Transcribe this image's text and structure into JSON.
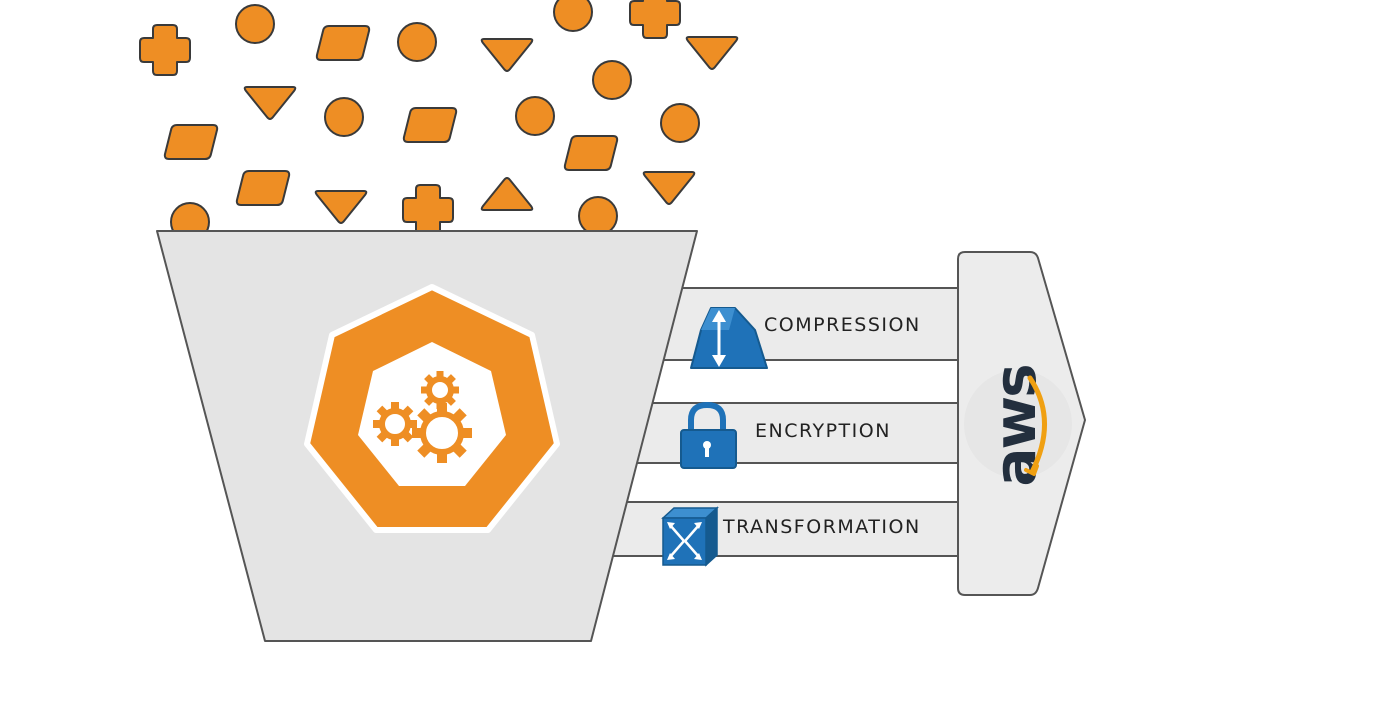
{
  "diagram": {
    "pipeline_steps": [
      {
        "id": "compression",
        "label": "COMPRESSION",
        "icon": "compression-icon"
      },
      {
        "id": "encryption",
        "label": "ENCRYPTION",
        "icon": "lock-icon"
      },
      {
        "id": "transformation",
        "label": "TRANSFORMATION",
        "icon": "transform-switch-icon"
      }
    ],
    "destination": {
      "logo_text": "aws",
      "logo": "aws-logo"
    },
    "hub_icon": "gears-heptagon-icon",
    "colors": {
      "shape_orange": "#ee8e24",
      "funnel_fill": "#e4e4e4",
      "outline": "#555555",
      "icon_blue": "#1f72b8",
      "aws_dark": "#232f3e",
      "aws_smile": "#f0a012"
    }
  }
}
